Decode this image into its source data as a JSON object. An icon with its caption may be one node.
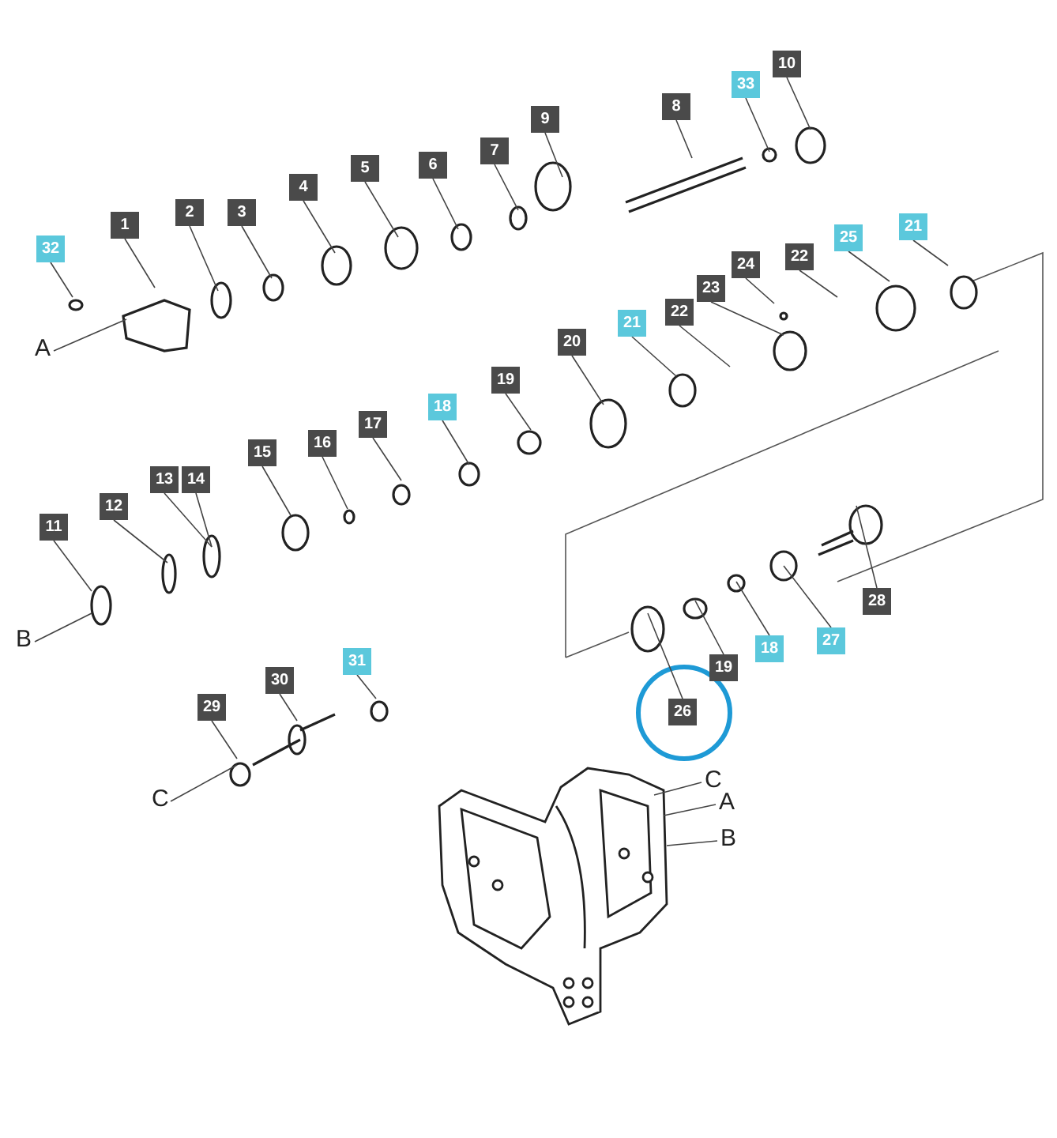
{
  "diagram": {
    "nodes": [
      {
        "text": [
          "10"
        ]
      },
      {
        "text": [
          "33"
        ]
      },
      {
        "text": [
          "8"
        ]
      },
      {
        "text": [
          "9"
        ]
      },
      {
        "text": [
          "7"
        ]
      },
      {
        "text": [
          "6"
        ]
      },
      {
        "text": [
          "5"
        ]
      },
      {
        "text": [
          "4"
        ]
      },
      {
        "text": [
          "3"
        ]
      },
      {
        "text": [
          "2"
        ]
      },
      {
        "text": [
          "1"
        ]
      },
      {
        "text": [
          "32"
        ]
      },
      {
        "text": [
          "21"
        ]
      },
      {
        "text": [
          "25"
        ]
      },
      {
        "text": [
          "22"
        ]
      },
      {
        "text": [
          "24"
        ]
      },
      {
        "text": [
          "23"
        ]
      },
      {
        "text": [
          "22"
        ]
      },
      {
        "text": [
          "21"
        ]
      },
      {
        "text": [
          "A"
        ]
      },
      {
        "text": [
          "20"
        ]
      },
      {
        "text": [
          "19"
        ]
      },
      {
        "text": [
          "18"
        ]
      },
      {
        "text": [
          "17"
        ]
      },
      {
        "text": [
          "16"
        ]
      },
      {
        "text": [
          "15"
        ]
      },
      {
        "text": [
          "13"
        ]
      },
      {
        "text": [
          "14"
        ]
      },
      {
        "text": [
          "12"
        ]
      },
      {
        "text": [
          "11"
        ]
      },
      {
        "text": [
          "B"
        ]
      },
      {
        "text": [
          "28"
        ]
      },
      {
        "text": [
          "27"
        ]
      },
      {
        "text": [
          "18"
        ]
      },
      {
        "text": [
          "19"
        ]
      },
      {
        "text": [
          "26"
        ]
      },
      {
        "text": [
          "31"
        ]
      },
      {
        "text": [
          "30"
        ]
      },
      {
        "text": [
          "29"
        ]
      },
      {
        "text": [
          "C"
        ]
      },
      {
        "text": [],
        "shape": "picture"
      },
      {
        "text": [
          "C"
        ]
      },
      {
        "text": [
          "A"
        ]
      },
      {
        "text": [
          "B"
        ]
      }
    ],
    "edges": [
      {
        "from": 0,
        "to": null,
        "arrow": "none"
      },
      {
        "from": 1,
        "to": null,
        "arrow": "none"
      },
      {
        "from": 2,
        "to": null,
        "arrow": "none"
      },
      {
        "from": 3,
        "to": null,
        "arrow": "none"
      },
      {
        "from": 4,
        "to": null,
        "arrow": "none"
      },
      {
        "from": 5,
        "to": null,
        "arrow": "none"
      },
      {
        "from": 6,
        "to": null,
        "arrow": "none"
      },
      {
        "from": 7,
        "to": null,
        "arrow": "none"
      },
      {
        "from": 8,
        "to": null,
        "arrow": "none"
      },
      {
        "from": 9,
        "to": null,
        "arrow": "none"
      },
      {
        "from": 10,
        "to": null,
        "arrow": "none"
      },
      {
        "from": 11,
        "to": null,
        "arrow": "none"
      },
      {
        "from": 12,
        "to": null,
        "arrow": "none"
      },
      {
        "from": 13,
        "to": null,
        "arrow": "none"
      },
      {
        "from": 14,
        "to": null,
        "arrow": "none"
      },
      {
        "from": 15,
        "to": null,
        "arrow": "none"
      },
      {
        "from": 16,
        "to": null,
        "arrow": "none"
      },
      {
        "from": 17,
        "to": null,
        "arrow": "none"
      },
      {
        "from": 18,
        "to": null,
        "arrow": "none"
      },
      {
        "from": 19,
        "to": null,
        "arrow": "none"
      },
      {
        "from": 20,
        "to": null,
        "arrow": "none"
      },
      {
        "from": 21,
        "to": null,
        "arrow": "none"
      },
      {
        "from": 22,
        "to": null,
        "arrow": "none"
      },
      {
        "from": 23,
        "to": null,
        "arrow": "none"
      },
      {
        "from": 24,
        "to": null,
        "arrow": "none"
      },
      {
        "from": 25,
        "to": null,
        "arrow": "none"
      },
      {
        "from": 26,
        "to": null,
        "arrow": "none"
      },
      {
        "from": 27,
        "to": null,
        "arrow": "none"
      },
      {
        "from": 28,
        "to": null,
        "arrow": "none"
      },
      {
        "from": 29,
        "to": null,
        "arrow": "none"
      },
      {
        "from": 30,
        "to": null,
        "arrow": "none"
      },
      {
        "from": 31,
        "to": null,
        "arrow": "none"
      },
      {
        "from": 32,
        "to": null,
        "arrow": "none"
      },
      {
        "from": 33,
        "to": null,
        "arrow": "none"
      },
      {
        "from": 34,
        "to": null,
        "arrow": "none"
      },
      {
        "from": 35,
        "to": null,
        "arrow": "none"
      },
      {
        "from": 36,
        "to": null,
        "arrow": "none"
      },
      {
        "from": 37,
        "to": null,
        "arrow": "none"
      },
      {
        "from": 38,
        "to": null,
        "arrow": "none"
      },
      {
        "from": 39,
        "to": null,
        "arrow": "none"
      },
      {
        "from": 41,
        "to": 40,
        "arrow": "none"
      },
      {
        "from": 42,
        "to": 40,
        "arrow": "none"
      },
      {
        "from": 43,
        "to": 40,
        "arrow": "none"
      }
    ]
  }
}
